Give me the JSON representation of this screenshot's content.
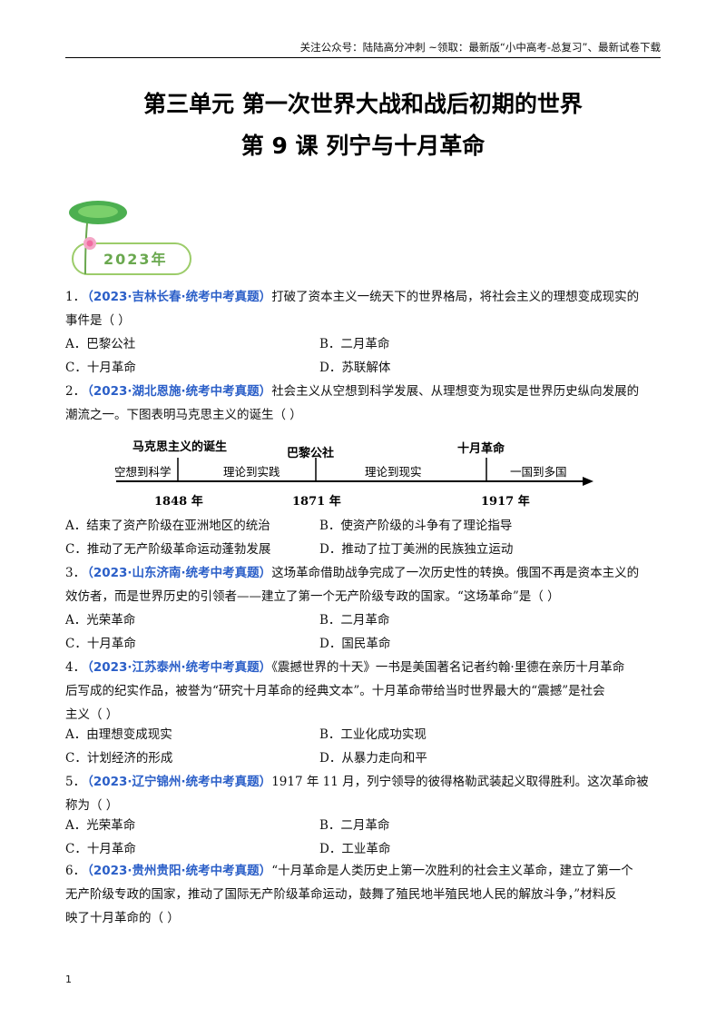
{
  "header": {
    "text": "关注公众号：陆陆高分冲刺  ~领取：最新版“小中高考-总复习”、最新试卷下载"
  },
  "titles": {
    "unit": "第三单元    第一次世界大战和战后初期的世界",
    "lesson": "第 9 课  列宁与十月革命"
  },
  "badge": {
    "year": "2023年"
  },
  "questions": [
    {
      "num": "1．",
      "source": "（2023·吉林长春·统考中考真题）",
      "lines": [
        "打破了资本主义一统天下的世界格局，将社会主义的理想变成现实的",
        "事件是（          ）"
      ],
      "options": [
        "A．巴黎公社",
        "B．二月革命",
        "C．十月革命",
        "D．苏联解体"
      ]
    },
    {
      "num": "2．",
      "source": "（2023·湖北恩施·统考中考真题）",
      "lines": [
        "社会主义从空想到科学发展、从理想变为现实是世界历史纵向发展的",
        "潮流之一。下图表明马克思主义的诞生（          ）"
      ],
      "options": [
        "A．结束了资产阶级在亚洲地区的统治",
        "B．使资产阶级的斗争有了理论指导",
        "C．推动了无产阶级革命运动蓬勃发展",
        "D．推动了拉丁美洲的民族独立运动"
      ]
    },
    {
      "num": "3．",
      "source": "（2023·山东济南·统考中考真题）",
      "lines": [
        "这场革命借助战争完成了一次历史性的转换。俄国不再是资本主义的",
        "效仿者，而是世界历史的引领者——建立了第一个无产阶级专政的国家。“这场革命”是（          ）"
      ],
      "options": [
        "A．光荣革命",
        "B．二月革命",
        "C．十月革命",
        "D．国民革命"
      ]
    },
    {
      "num": "4．",
      "source": "（2023·江苏泰州·统考中考真题）",
      "lines": [
        "《震撼世界的十天》一书是美国著名记者约翰·里德在亲历十月革命",
        "后写成的纪实作品，被誉为“研究十月革命的经典文本”。十月革命带给当时世界最大的“震撼”是社会",
        "主义（          ）"
      ],
      "options": [
        "A．由理想变成现实",
        "B．工业化成功实现",
        "C．计划经济的形成",
        "D．从暴力走向和平"
      ]
    },
    {
      "num": "5．",
      "source": "（2023·辽宁锦州·统考中考真题）",
      "lines": [
        "1917 年 11 月，列宁领导的彼得格勒武装起义取得胜利。这次革命被",
        "称为（          ）"
      ],
      "options": [
        "A．光荣革命",
        "B．二月革命",
        "C．十月革命",
        "D．工业革命"
      ]
    },
    {
      "num": "6．",
      "source": "（2023·贵州贵阳·统考中考真题）",
      "lines": [
        "“十月革命是人类历史上第一次胜利的社会主义革命，建立了第一个",
        "无产阶级专政的国家，推动了国际无产阶级革命运动，鼓舞了殖民地半殖民地人民的解放斗争，”材料反",
        "映了十月革命的（          ）"
      ],
      "options": []
    }
  ],
  "timeline": {
    "events": [
      "马克思主义的诞生",
      "巴黎公社",
      "十月革命"
    ],
    "phases": [
      "空想到科学",
      "理论到实践",
      "理论到现实",
      "一国到多国"
    ],
    "years": [
      "1848 年",
      "1871 年",
      "1917 年"
    ]
  },
  "footer": {
    "page": "1"
  }
}
